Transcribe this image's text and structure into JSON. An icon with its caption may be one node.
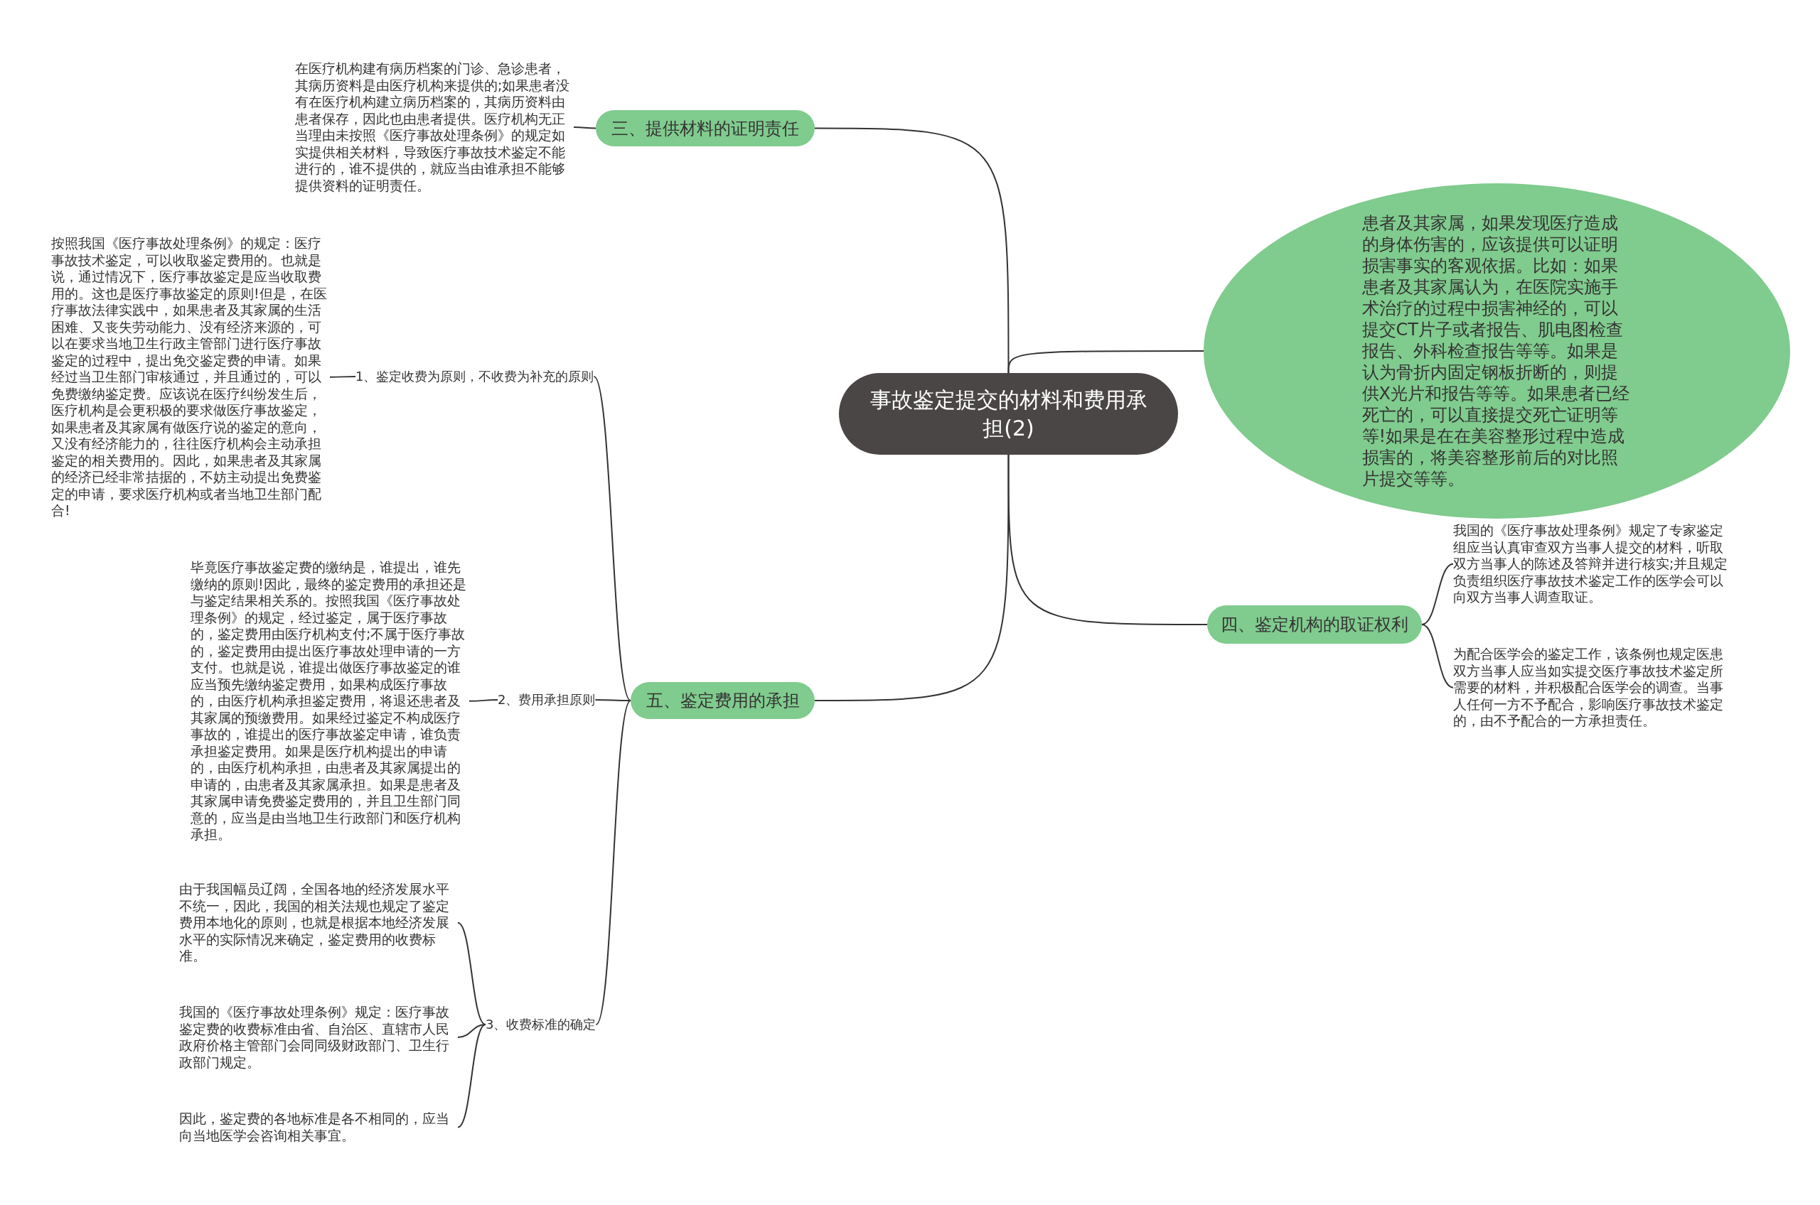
{
  "diagram": {
    "nodes": [
      {
        "text": [
          "事故鉴定提交的材料和费用承担(2)"
        ]
      },
      {
        "text": [
          "三、提供材料的证明责任"
        ]
      },
      {
        "text": [
          "在医疗机构建有病历档案的门诊、急诊患者，其病历资料是由医疗机构来提供的;如果患者没有在医疗机构建立病历档案的，其病历资料由患者保存，因此也由患者提供。医疗机构无正当理由未按照《医疗事故处理条例》的规定如实提供相关材料，导致医疗事故技术鉴定不能进行的，谁不提供的，就应当由谁承担不能够提供资料的证明责任。"
        ]
      },
      {
        "text": [
          "患者及其家属，如果发现医疗造成的身体伤害的，应该提供可以证明损害事实的客观依据。比如：如果患者及其家属认为，在医院实施手术治疗的过程中损害神经的，可以提交CT片子或者报告、肌电图检查报告、外科检查报告等等。如果是认为骨折内固定钢板折断的，则提供X光片和报告等等。如果患者已经死亡的，可以直接提交死亡证明等等!如果是在在美容整形过程中造成损害的，将美容整形前后的对比照片提交等等。"
        ]
      },
      {
        "text": [
          "四、鉴定机构的取证权利"
        ]
      },
      {
        "text": [
          "我国的《医疗事故处理条例》规定了专家鉴定组应当认真审查双方当事人提交的材料，听取双方当事人的陈述及答辩并进行核实;并且规定负责组织医疗事故技术鉴定工作的医学会可以向双方当事人调查取证。"
        ]
      },
      {
        "text": [
          "为配合医学会的鉴定工作，该条例也规定医患双方当事人应当如实提交医疗事故技术鉴定所需要的材料，并积极配合医学会的调查。当事人任何一方不予配合，影响医疗事故技术鉴定的，由不予配合的一方承担责任。"
        ]
      },
      {
        "text": [
          "五、鉴定费用的承担"
        ]
      },
      {
        "text": [
          "1、鉴定收费为原则，不收费为补充的原则"
        ]
      },
      {
        "text": [
          "按照我国《医疗事故处理条例》的规定：医疗事故技术鉴定，可以收取鉴定费用的。也就是说，通过情况下，医疗事故鉴定是应当收取费用的。这也是医疗事故鉴定的原则!但是，在医疗事故法律实践中，如果患者及其家属的生活困难、又丧失劳动能力、没有经济来源的，可以在要求当地卫生行政主管部门进行医疗事故鉴定的过程中，提出免交鉴定费的申请。如果经过当卫生部门审核通过，并且通过的，可以免费缴纳鉴定费。应该说在医疗纠纷发生后，医疗机构是会更积极的要求做医疗事故鉴定，如果患者及其家属有做医疗说的鉴定的意向，又没有经济能力的，往往医疗机构会主动承担鉴定的相关费用的。因此，如果患者及其家属的经济已经非常拮据的，不妨主动提出免费鉴定的申请，要求医疗机构或者当地卫生部门配合!"
        ]
      },
      {
        "text": [
          "2、费用承担原则"
        ]
      },
      {
        "text": [
          "毕竟医疗事故鉴定费的缴纳是，谁提出，谁先缴纳的原则!因此，最终的鉴定费用的承担还是与鉴定结果相关系的。按照我国《医疗事故处理条例》的规定，经过鉴定，属于医疗事故的，鉴定费用由医疗机构支付;不属于医疗事故的，鉴定费用由提出医疗事故处理申请的一方支付。也就是说，谁提出做医疗事故鉴定的谁应当预先缴纳鉴定费用，如果构成医疗事故的，由医疗机构承担鉴定费用，将退还患者及其家属的预缴费用。如果经过鉴定不构成医疗事故的，谁提出的医疗事故鉴定申请，谁负责承担鉴定费用。如果是医疗机构提出的申请的，由医疗机构承担，由患者及其家属提出的申请的，由患者及其家属承担。如果是患者及其家属申请免费鉴定费用的，并且卫生部门同意的，应当是由当地卫生行政部门和医疗机构承担。"
        ]
      },
      {
        "text": [
          "3、收费标准的确定"
        ]
      },
      {
        "text": [
          "由于我国幅员辽阔，全国各地的经济发展水平不统一，因此，我国的相关法规也规定了鉴定费用本地化的原则，也就是根据本地经济发展水平的实际情况来确定，鉴定费用的收费标准。"
        ]
      },
      {
        "text": [
          "我国的《医疗事故处理条例》规定：医疗事故鉴定费的收费标准由省、自治区、直辖市人民政府价格主管部门会同同级财政部门、卫生行政部门规定。"
        ]
      },
      {
        "text": [
          "因此，鉴定费的各地标准是各不相同的，应当向当地医学会咨询相关事宜。"
        ]
      }
    ],
    "edges": [
      {
        "from": 0,
        "to": 1,
        "arrow": "none"
      },
      {
        "from": 1,
        "to": 2,
        "arrow": "none"
      },
      {
        "from": 0,
        "to": 3,
        "arrow": "none"
      },
      {
        "from": 0,
        "to": 4,
        "arrow": "none"
      },
      {
        "from": 4,
        "to": 5,
        "arrow": "none"
      },
      {
        "from": 4,
        "to": 6,
        "arrow": "none"
      },
      {
        "from": 0,
        "to": 7,
        "arrow": "none"
      },
      {
        "from": 7,
        "to": 8,
        "arrow": "none"
      },
      {
        "from": 8,
        "to": 9,
        "arrow": "none"
      },
      {
        "from": 7,
        "to": 10,
        "arrow": "none"
      },
      {
        "from": 10,
        "to": 11,
        "arrow": "none"
      },
      {
        "from": 7,
        "to": 12,
        "arrow": "none"
      },
      {
        "from": 12,
        "to": 13,
        "arrow": "none"
      },
      {
        "from": 12,
        "to": 14,
        "arrow": "none"
      },
      {
        "from": 12,
        "to": 15,
        "arrow": "none"
      }
    ]
  }
}
